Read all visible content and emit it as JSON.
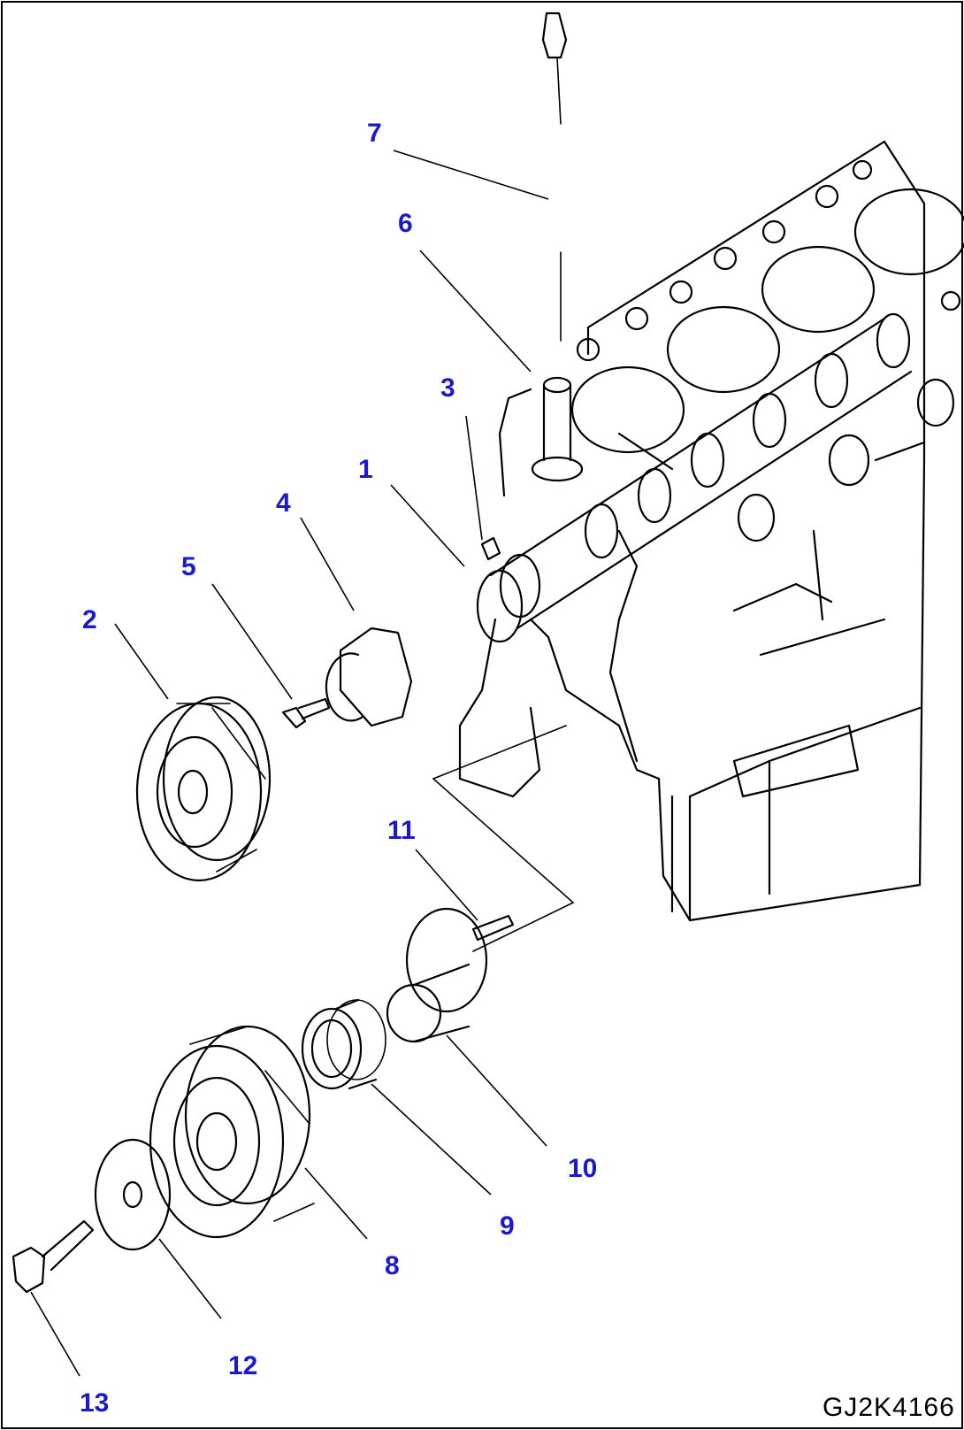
{
  "callouts": {
    "c1": "1",
    "c2": "2",
    "c3": "3",
    "c4": "4",
    "c5": "5",
    "c6": "6",
    "c7": "7",
    "c8": "8",
    "c9": "9",
    "c10": "10",
    "c11": "11",
    "c12": "12",
    "c13": "13"
  },
  "drawing_code": "GJ2K4166",
  "colors": {
    "callout": "#1a1acc",
    "line": "#000000",
    "background": "#ffffff"
  }
}
